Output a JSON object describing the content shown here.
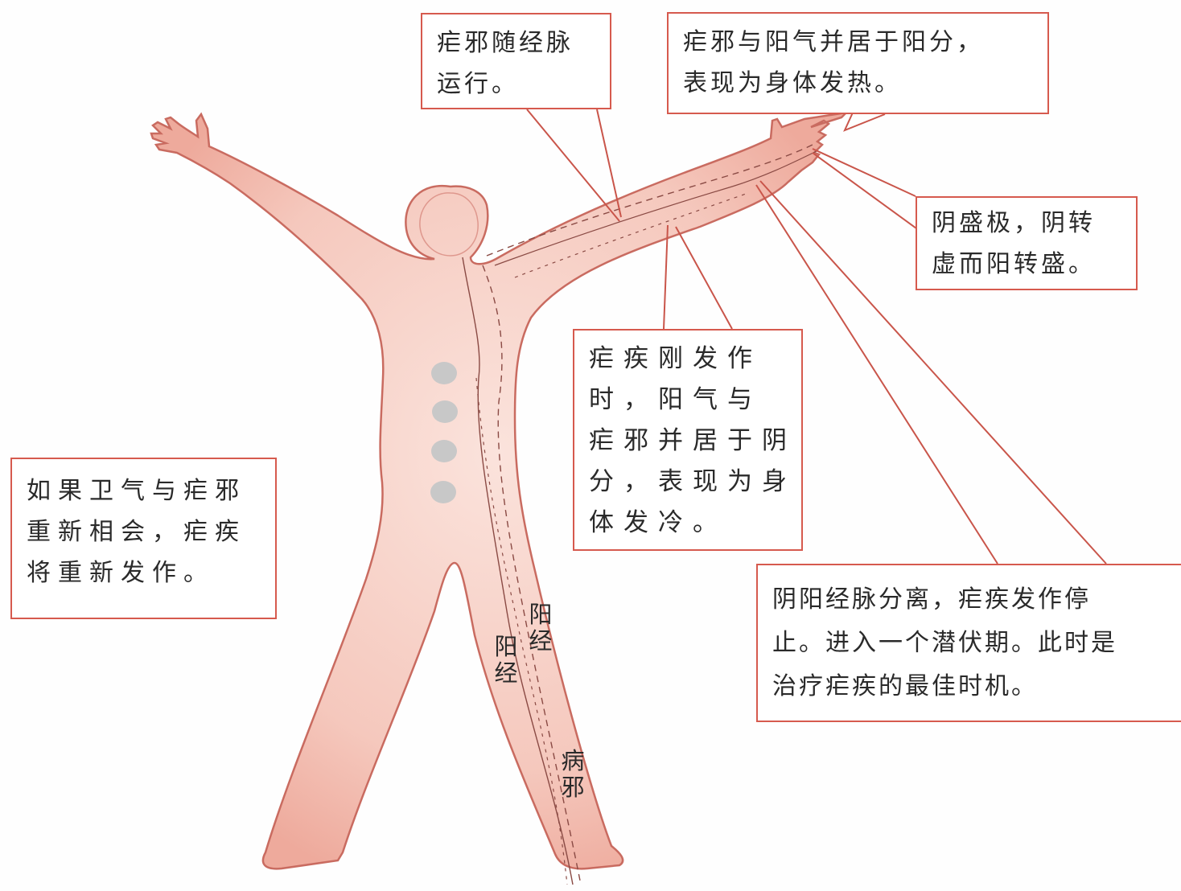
{
  "callouts": {
    "along_meridian": [
      "疟邪随经脉",
      "运行。"
    ],
    "yang_heat": [
      "疟邪与阳气并居于阳分，",
      "表现为身体发热。"
    ],
    "yin_extreme": [
      "阴盛极，阴转",
      "虚而阳转盛。"
    ],
    "onset_cold": [
      "疟疾刚发作",
      "时，阳气与",
      "疟邪并居于阴",
      "分，表现为身",
      "体发冷。"
    ],
    "reunite": [
      "如果卫气与疟邪",
      "重新相会，疟疾",
      "将重新发作。"
    ],
    "separate": [
      "阴阳经脉分离，疟疾发作停",
      "止。进入一个潜伏期。此时是",
      "治疗疟疾的最佳时机。"
    ]
  },
  "labels": {
    "yang_meridian_1": "阳经",
    "yang_meridian_2": "阳经",
    "pathogen": "病邪"
  },
  "colors": {
    "body_fill": "#f4c3b8",
    "body_outline": "#c96b60",
    "callout_border": "#d65a4e",
    "leader_line": "#c9554a",
    "spots": "#c8c8c8"
  }
}
